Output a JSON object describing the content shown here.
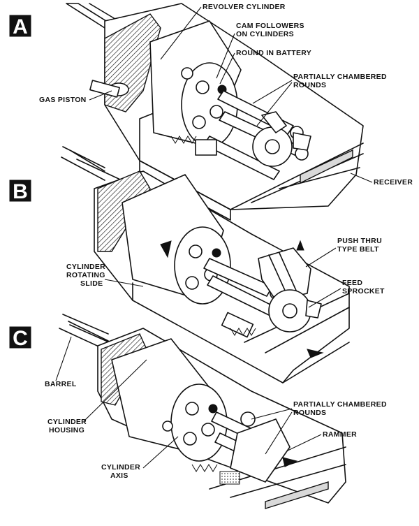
{
  "panels": [
    {
      "id": "A"
    },
    {
      "id": "B"
    },
    {
      "id": "C"
    }
  ],
  "labels": {
    "revolver_cylinder": "REVOLVER CYLINDER",
    "cam_followers_1": "CAM FOLLOWERS",
    "cam_followers_2": "ON CYLINDERS",
    "round_in_battery": "ROUND IN BATTERY",
    "partially_chambered_a_1": "PARTIALLY CHAMBERED",
    "partially_chambered_a_2": "ROUNDS",
    "gas_piston": "GAS PISTON",
    "receiver": "RECEIVER",
    "push_thru_1": "PUSH THRU",
    "push_thru_2": "TYPE BELT",
    "feed_sprocket_1": "FEED",
    "feed_sprocket_2": "SPROCKET",
    "cylinder_rotating_1": "CYLINDER",
    "cylinder_rotating_2": "ROTATING",
    "cylinder_rotating_3": "SLIDE",
    "barrel": "BARREL",
    "cylinder_housing_1": "CYLINDER",
    "cylinder_housing_2": "HOUSING",
    "partially_chambered_c_1": "PARTIALLY CHAMBERED",
    "partially_chambered_c_2": "ROUNDS",
    "rammer": "RAMMER",
    "cylinder_axis_1": "CYLINDER",
    "cylinder_axis_2": "AXIS"
  }
}
